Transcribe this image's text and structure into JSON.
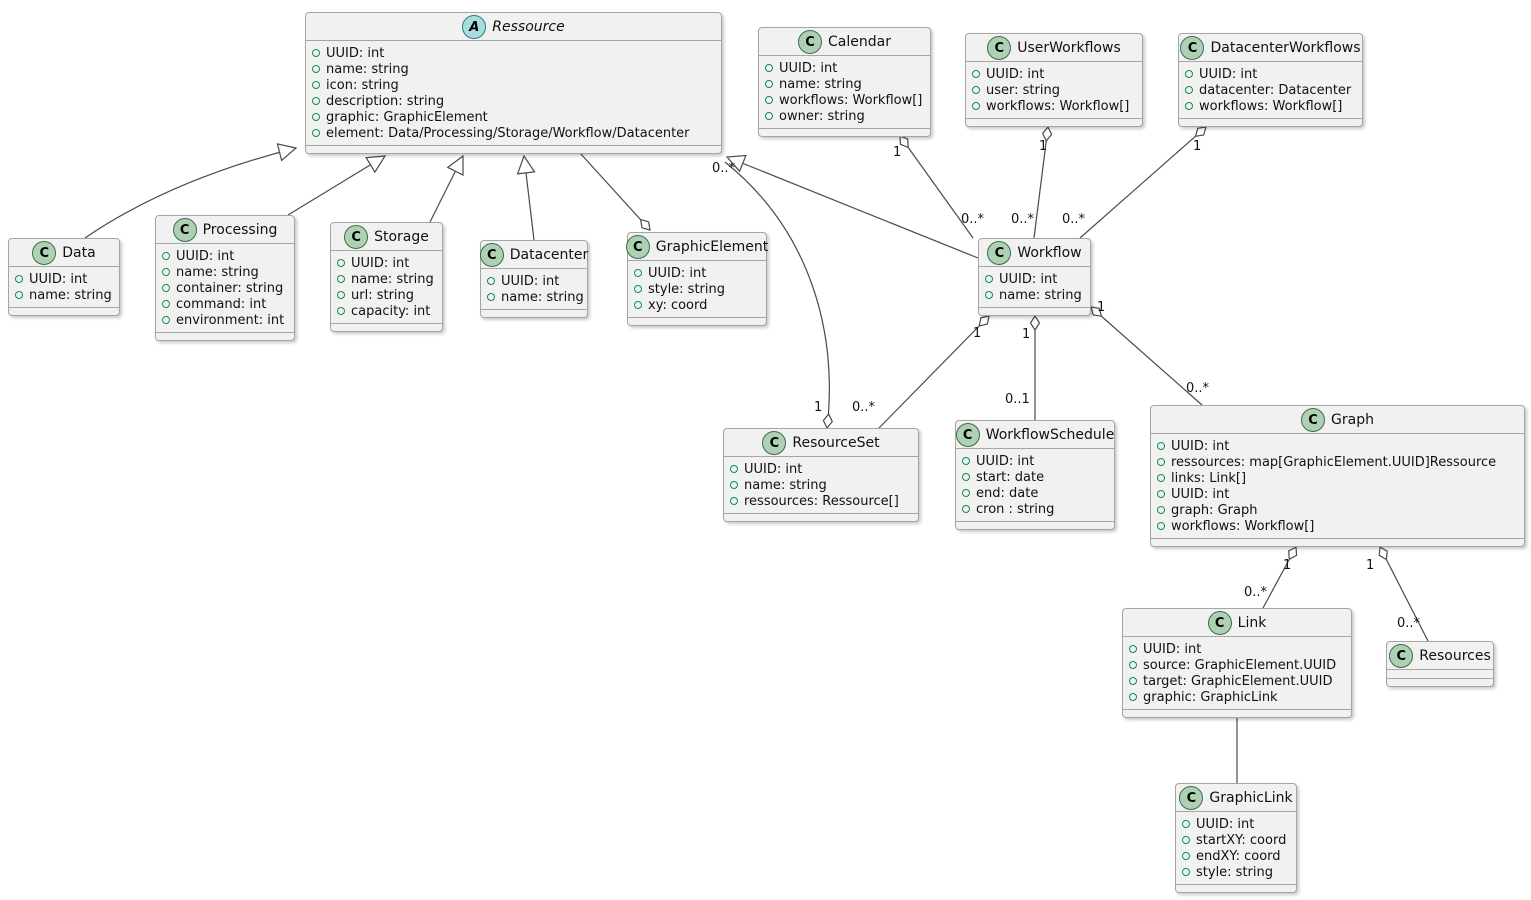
{
  "diagram": {
    "classes": [
      {
        "id": "ressource",
        "stereotype": "A",
        "kind": "abstract",
        "name": "Ressource",
        "attrs": [
          "UUID: int",
          "name: string",
          "icon: string",
          "description: string",
          "graphic: GraphicElement",
          "element: Data/Processing/Storage/Workflow/Datacenter"
        ]
      },
      {
        "id": "calendar",
        "stereotype": "C",
        "kind": "class",
        "name": "Calendar",
        "attrs": [
          "UUID: int",
          "name: string",
          "workflows: Workflow[]",
          "owner: string"
        ]
      },
      {
        "id": "userworkflows",
        "stereotype": "C",
        "kind": "class",
        "name": "UserWorkflows",
        "attrs": [
          "UUID: int",
          "user: string",
          "workflows: Workflow[]"
        ]
      },
      {
        "id": "datacenterworkflows",
        "stereotype": "C",
        "kind": "class",
        "name": "DatacenterWorkflows",
        "attrs": [
          "UUID: int",
          "datacenter: Datacenter",
          "workflows: Workflow[]"
        ]
      },
      {
        "id": "data",
        "stereotype": "C",
        "kind": "class",
        "name": "Data",
        "attrs": [
          "UUID: int",
          "name: string"
        ]
      },
      {
        "id": "processing",
        "stereotype": "C",
        "kind": "class",
        "name": "Processing",
        "attrs": [
          "UUID: int",
          "name: string",
          "container: string",
          "command: int",
          "environment: int"
        ]
      },
      {
        "id": "storage",
        "stereotype": "C",
        "kind": "class",
        "name": "Storage",
        "attrs": [
          "UUID: int",
          "name: string",
          "url: string",
          "capacity: int"
        ]
      },
      {
        "id": "datacenter",
        "stereotype": "C",
        "kind": "class",
        "name": "Datacenter",
        "attrs": [
          "UUID: int",
          "name: string"
        ]
      },
      {
        "id": "graphicelement",
        "stereotype": "C",
        "kind": "class",
        "name": "GraphicElement",
        "attrs": [
          "UUID: int",
          "style: string",
          "xy: coord"
        ]
      },
      {
        "id": "workflow",
        "stereotype": "C",
        "kind": "class",
        "name": "Workflow",
        "attrs": [
          "UUID: int",
          "name: string"
        ]
      },
      {
        "id": "resourceset",
        "stereotype": "C",
        "kind": "class",
        "name": "ResourceSet",
        "attrs": [
          "UUID: int",
          "name: string",
          "ressources: Ressource[]"
        ]
      },
      {
        "id": "workflowschedule",
        "stereotype": "C",
        "kind": "class",
        "name": "WorkflowSchedule",
        "attrs": [
          "UUID: int",
          "start: date",
          "end: date",
          "cron : string"
        ]
      },
      {
        "id": "graph",
        "stereotype": "C",
        "kind": "class",
        "name": "Graph",
        "attrs": [
          "UUID: int",
          "ressources: map[GraphicElement.UUID]Ressource",
          "links: Link[]",
          "UUID: int",
          "graph: Graph",
          "workflows: Workflow[]"
        ]
      },
      {
        "id": "link",
        "stereotype": "C",
        "kind": "class",
        "name": "Link",
        "attrs": [
          "UUID: int",
          "source: GraphicElement.UUID",
          "target: GraphicElement.UUID",
          "graphic: GraphicLink"
        ]
      },
      {
        "id": "resources",
        "stereotype": "C",
        "kind": "class",
        "name": "Resources",
        "attrs": []
      },
      {
        "id": "graphiclink",
        "stereotype": "C",
        "kind": "class",
        "name": "GraphicLink",
        "attrs": [
          "UUID: int",
          "startXY: coord",
          "endXY: coord",
          "style: string"
        ]
      }
    ],
    "multiplicities": [
      {
        "text": "1"
      },
      {
        "text": "0..*"
      },
      {
        "text": "1"
      },
      {
        "text": "0..*"
      },
      {
        "text": "1"
      },
      {
        "text": "0..*"
      },
      {
        "text": "0..*"
      },
      {
        "text": "1"
      },
      {
        "text": "1"
      },
      {
        "text": "0..*"
      },
      {
        "text": "1"
      },
      {
        "text": "0..1"
      },
      {
        "text": "1"
      },
      {
        "text": "0..*"
      },
      {
        "text": "1"
      },
      {
        "text": "0..*"
      },
      {
        "text": "1"
      },
      {
        "text": "0..*"
      }
    ],
    "colors": {
      "box_background": "#f1f1f1",
      "box_border": "#a5a5a5",
      "class_circle": "#add1b2",
      "abstract_circle": "#a9dcdf",
      "field_bullet": "#0f9049",
      "edge": "#4a4a4a"
    }
  }
}
